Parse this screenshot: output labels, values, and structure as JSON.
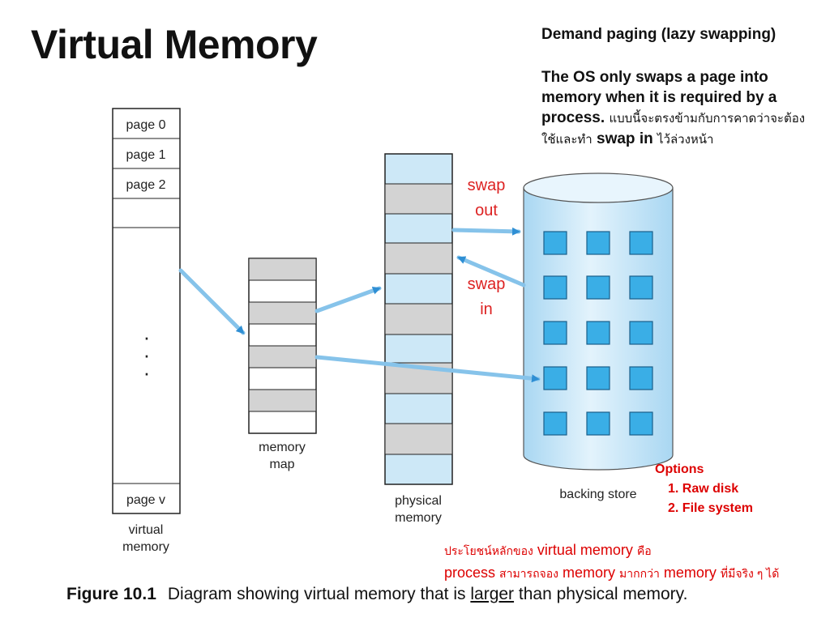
{
  "title": "Virtual Memory",
  "notes": {
    "heading": "Demand paging (lazy swapping)",
    "line1": "The OS only swaps a page into",
    "line2": "memory when it is required by a",
    "line3_en": "process.",
    "line3_th": "แบบนี้จะตรงข้ามกับการคาดว่าจะต้อง",
    "line4_th_a": "ใช้และทำ",
    "line4_en": "swap in",
    "line4_th_b": "ไว้ล่วงหน้า"
  },
  "diagram": {
    "pages": [
      "page 0",
      "page 1",
      "page 2"
    ],
    "ellipsis": [
      "·",
      "·",
      "·"
    ],
    "last_page": "page v",
    "virtual_memory_label": [
      "virtual",
      "memory"
    ],
    "memory_map_label": [
      "memory",
      "map"
    ],
    "physical_memory_label": [
      "physical",
      "memory"
    ],
    "backing_store_label": "backing store",
    "swap_out": [
      "swap",
      "out"
    ],
    "swap_in": [
      "swap",
      "in"
    ]
  },
  "options": {
    "heading": "Options",
    "items": [
      "1. Raw disk",
      "2. File system"
    ]
  },
  "benefit": {
    "th1": "ประโยชน์หลักของ",
    "en1": "virtual memory",
    "th2": "คือ",
    "en2": "process",
    "th3": "สามารถจอง",
    "en3": "memory",
    "th4": "มากกว่า",
    "en4": "memory",
    "th5": "ที่มีจริง ๆ ได้"
  },
  "caption": {
    "figure": "Figure 10.1",
    "text_a": "Diagram showing virtual memory that is",
    "text_u": "larger",
    "text_b": "than physical memory."
  },
  "colors": {
    "accent_red": "#d22222",
    "light_blue": "#cde8f7",
    "gray_block": "#d3d3d3",
    "arrow_blue": "#3a9ad9"
  }
}
